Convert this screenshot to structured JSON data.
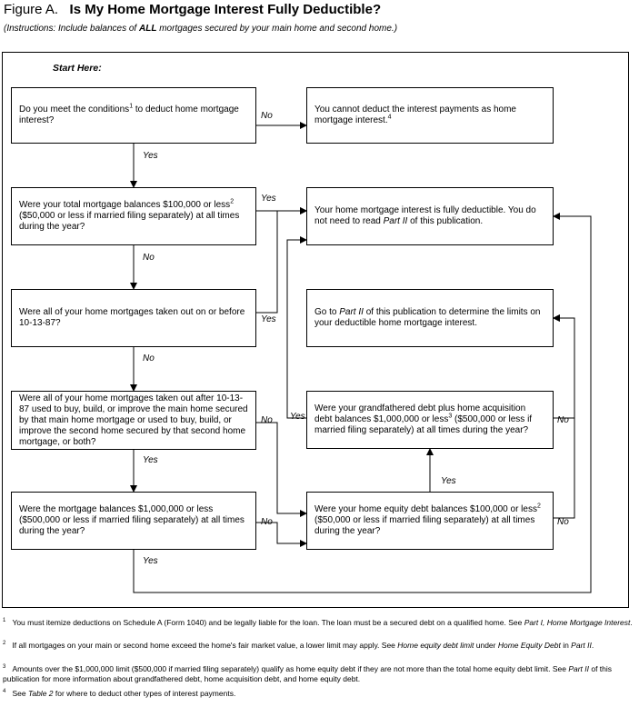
{
  "figure": {
    "label": "Figure A.",
    "title": "Is My Home Mortgage Interest Fully Deductible?",
    "instructions_pre": "(Instructions: Include balances of ",
    "instructions_em": "ALL",
    "instructions_post": " mortgages secured by your main home and second home.)"
  },
  "start_label": "Start Here:",
  "questions": {
    "q1": {
      "a": "Do you meet the conditions",
      "sup": "1",
      "b": " to deduct home mortgage interest?"
    },
    "q2": {
      "a": "Were your total mortgage balances $100,000 or less",
      "sup": "2",
      "b": " ($50,000 or less if married filing separately) at all times during the year?"
    },
    "q3": {
      "text": "Were all of your home mortgages taken out on or before 10-13-87?"
    },
    "q4": {
      "text": "Were all of your home mortgages taken out after 10-13-87 used to buy, build, or improve the main home secured by that main home mortgage or used to buy, build, or improve the second home secured by that second home mortgage, or both?"
    },
    "q5": {
      "text": "Were the mortgage balances $1,000,000 or less ($500,000 or less if married filing separately) at all times during the year?"
    },
    "q6": {
      "a": "Were your grandfathered debt plus home acquisition debt balances $1,000,000 or less",
      "sup": "3",
      "b": " ($500,000 or less if married filing separately) at all times during the year?"
    },
    "q7": {
      "a": "Were your home equity debt balances $100,000 or less",
      "sup": "2",
      "b": " ($50,000 or less if married filing separately) at all times during the year?"
    }
  },
  "results": {
    "r1": {
      "a": "You cannot deduct the interest payments as home mortgage interest.",
      "sup": "4"
    },
    "r2": {
      "a": "Your home mortgage interest is fully deductible. You do not need to read ",
      "em": "Part II",
      "b": " of this publication."
    },
    "r3": {
      "a": "Go to ",
      "em": "Part II",
      "b": " of this publication to determine the limits on your deductible home mortgage interest."
    }
  },
  "labels": {
    "yes": "Yes",
    "no": "No"
  },
  "footnotes": [
    {
      "num": "1",
      "a": "You must itemize deductions on Schedule A (Form 1040) and be legally liable for the loan. The loan must be a secured debt on a qualified home. See ",
      "em": "Part I, Home Mortgage Interest",
      "b": "."
    },
    {
      "num": "2",
      "a": "If all mortgages on your main or second home exceed the home's fair market value, a lower limit may apply. See ",
      "em": "Home equity debt limit",
      "b": " under ",
      "em2": "Home Equity Debt",
      "c": " in ",
      "em3": "Part II",
      "d": "."
    },
    {
      "num": "3",
      "a": "Amounts over the $1,000,000 limit ($500,000 if married filing separately) qualify as home equity debt if they are not more than the total home equity debt limit. See ",
      "em": "Part II",
      "b": " of this publication for more information about grandfathered debt, home acquisition debt, and home equity debt."
    },
    {
      "num": "4",
      "a": "See ",
      "em": "Table 2",
      "b": " for where to deduct other types of interest payments."
    }
  ]
}
